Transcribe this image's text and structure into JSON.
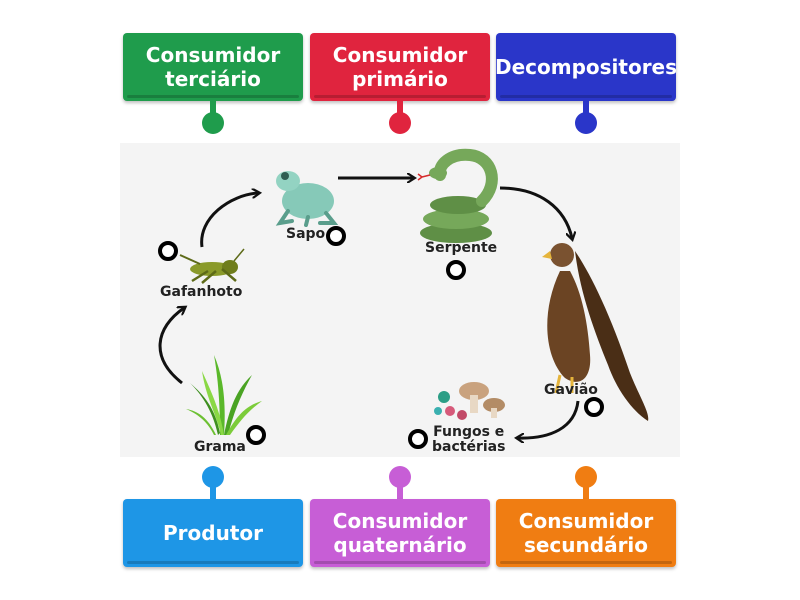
{
  "labels": {
    "tertiary": {
      "line1": "Consumidor",
      "line2": "terciário",
      "color": "#1f9c4c"
    },
    "primary": {
      "line1": "Consumidor",
      "line2": "primário",
      "color": "#e0243e"
    },
    "decomposers": {
      "line1": "Decompositores",
      "color": "#2a36c9"
    },
    "producer": {
      "line1": "Produtor",
      "color": "#1e96e6"
    },
    "quaternary": {
      "line1": "Consumidor",
      "line2": "quaternário",
      "color": "#c75ed6"
    },
    "secondary": {
      "line1": "Consumidor",
      "line2": "secundário",
      "color": "#f07d12"
    }
  },
  "species": {
    "grass": "Grama",
    "grasshopper": "Gafanhoto",
    "frog": "Sapo",
    "snake": "Serpente",
    "hawk": "Gavião",
    "fungi_line1": "Fungos e",
    "fungi_line2": "bactérias"
  }
}
